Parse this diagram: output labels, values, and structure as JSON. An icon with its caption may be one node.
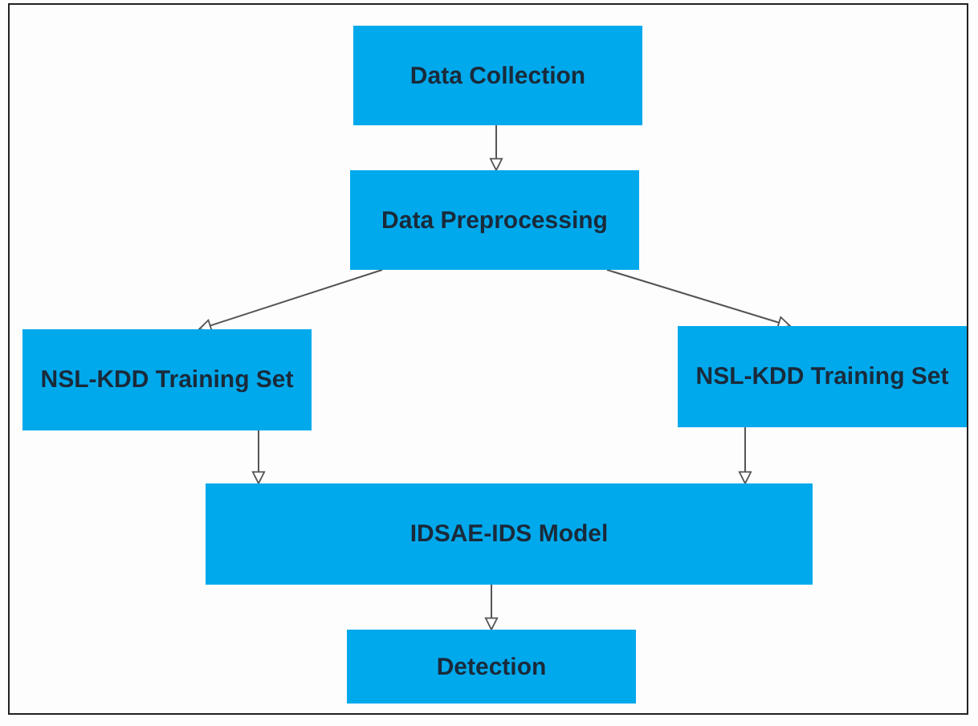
{
  "diagram": {
    "nodes": [
      {
        "text": [
          "Data Collection"
        ]
      },
      {
        "text": [
          "Data Preprocessing"
        ]
      },
      {
        "text": [
          "NSL-KDD Training Set"
        ]
      },
      {
        "text": [
          "NSL-KDD Training Set"
        ]
      },
      {
        "text": [
          "IDSAE-IDS Model"
        ]
      },
      {
        "text": [
          "Detection"
        ]
      }
    ],
    "edges": [
      {
        "from": 0,
        "to": 1,
        "arrow": "to"
      },
      {
        "from": 1,
        "to": 2,
        "arrow": "to"
      },
      {
        "from": 1,
        "to": 3,
        "arrow": "to"
      },
      {
        "from": 2,
        "to": 4,
        "arrow": "to"
      },
      {
        "from": 3,
        "to": 4,
        "arrow": "to"
      },
      {
        "from": 4,
        "to": 5,
        "arrow": "to"
      }
    ]
  }
}
